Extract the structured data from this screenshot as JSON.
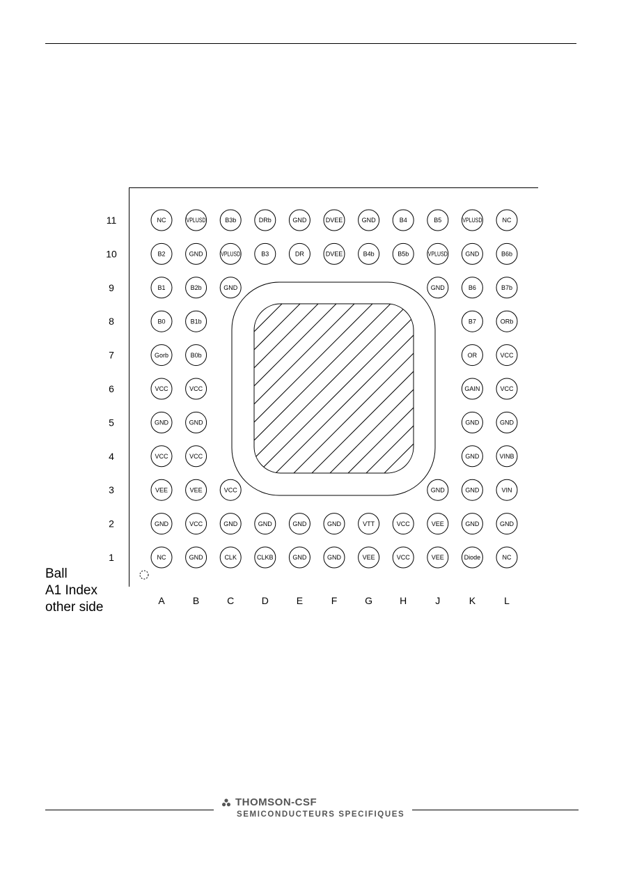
{
  "rows": [
    "11",
    "10",
    "9",
    "8",
    "7",
    "6",
    "5",
    "4",
    "3",
    "2",
    "1"
  ],
  "columns": [
    "A",
    "B",
    "C",
    "D",
    "E",
    "F",
    "G",
    "H",
    "J",
    "K",
    "L"
  ],
  "balls": [
    [
      "NC",
      "VPLUSD",
      "B3b",
      "DRb",
      "GND",
      "DVEE",
      "GND",
      "B4",
      "B5",
      "VPLUSD",
      "NC"
    ],
    [
      "B2",
      "GND",
      "VPLUSD",
      "B3",
      "DR",
      "DVEE",
      "B4b",
      "B5b",
      "VPLUSD",
      "GND",
      "B6b"
    ],
    [
      "B1",
      "B2b",
      "GND",
      "",
      "",
      "",
      "",
      "",
      "GND",
      "B6",
      "B7b"
    ],
    [
      "B0",
      "B1b",
      "",
      "",
      "",
      "",
      "",
      "",
      "",
      "B7",
      "ORb"
    ],
    [
      "Gorb",
      "B0b",
      "",
      "",
      "",
      "",
      "",
      "",
      "",
      "OR",
      "VCC"
    ],
    [
      "VCC",
      "VCC",
      "",
      "",
      "",
      "",
      "",
      "",
      "",
      "GAIN",
      "VCC"
    ],
    [
      "GND",
      "GND",
      "",
      "",
      "",
      "",
      "",
      "",
      "",
      "GND",
      "GND"
    ],
    [
      "VCC",
      "VCC",
      "",
      "",
      "",
      "",
      "",
      "",
      "",
      "GND",
      "VINB"
    ],
    [
      "VEE",
      "VEE",
      "VCC",
      "",
      "",
      "",
      "",
      "",
      "GND",
      "GND",
      "VIN"
    ],
    [
      "GND",
      "VCC",
      "GND",
      "GND",
      "GND",
      "GND",
      "VTT",
      "VCC",
      "VEE",
      "GND",
      "GND"
    ],
    [
      "NC",
      "GND",
      "CLK",
      "CLKB",
      "GND",
      "GND",
      "VEE",
      "VCC",
      "VEE",
      "Diode",
      "NC"
    ]
  ],
  "ball_index_caption": "Ball\nA1 Index\nother side",
  "footer": {
    "brand": "THOMSON-CSF",
    "subtitle": "SEMICONDUCTEURS SPECIFIQUES"
  },
  "colors": {
    "ink": "#000000",
    "logo": "#555555"
  },
  "icons": {
    "logo_mark": "thomson-logo-icon",
    "index_marker": "a1-index-marker-icon"
  }
}
